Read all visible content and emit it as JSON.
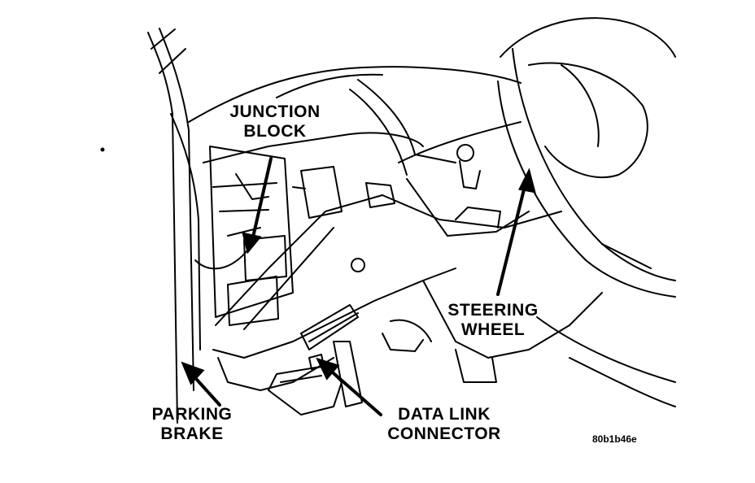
{
  "labels": {
    "junction_block": [
      "JUNCTION",
      "BLOCK"
    ],
    "steering_wheel": [
      "STEERING",
      "WHEEL"
    ],
    "parking_brake": [
      "PARKING",
      "BRAKE"
    ],
    "data_link_connector": [
      "DATA LINK",
      "CONNECTOR"
    ]
  },
  "figure_id": "80b1b46e"
}
